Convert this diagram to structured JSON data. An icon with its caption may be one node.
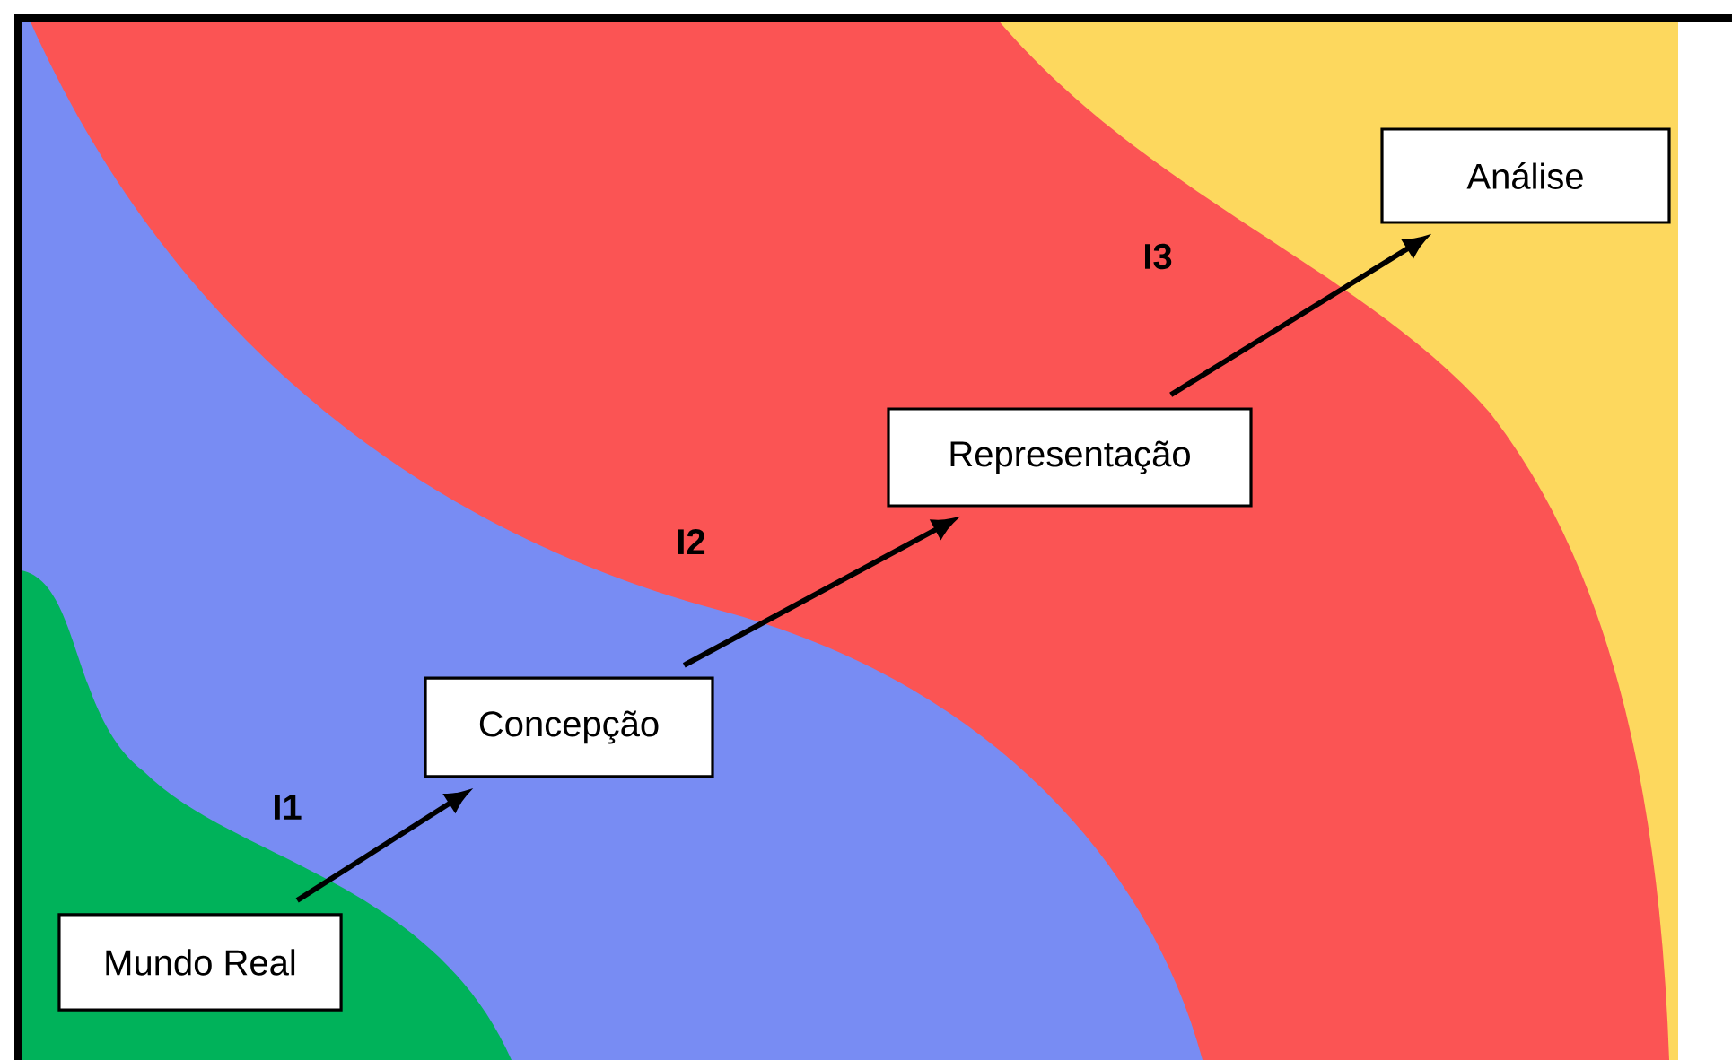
{
  "diagram": {
    "nodes": [
      {
        "text": [
          "Mundo Real"
        ]
      },
      {
        "text": [
          "Concepção"
        ]
      },
      {
        "text": [
          "Representação"
        ]
      },
      {
        "text": [
          "Análise"
        ]
      }
    ],
    "edges": [
      {
        "from": 0,
        "to": 1,
        "arrow": "to",
        "label": "I1"
      },
      {
        "from": 1,
        "to": 2,
        "arrow": "to",
        "label": "I2"
      },
      {
        "from": 2,
        "to": 3,
        "arrow": "to",
        "label": "I3"
      }
    ]
  }
}
